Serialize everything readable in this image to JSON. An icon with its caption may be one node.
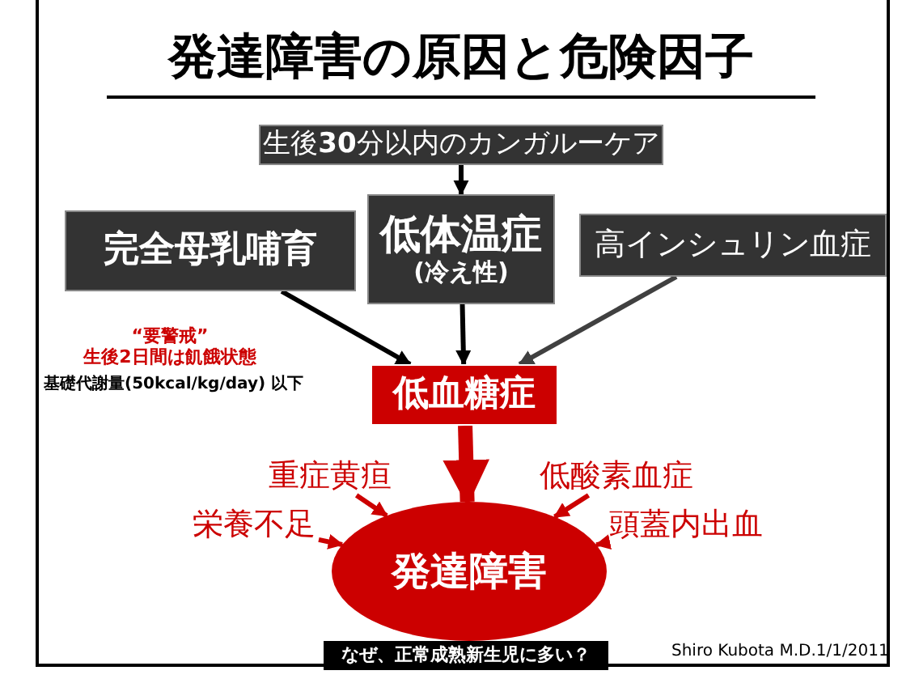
{
  "diagram": {
    "title": "発達障害の原因と危険因子",
    "nodes": [
      {
        "text": [
          "生後**30**分以内のカンガルーケア"
        ]
      },
      {
        "text": [
          "完全母乳哺育"
        ]
      },
      {
        "text": [
          "低体温症",
          "(冷え性)"
        ]
      },
      {
        "text": [
          "高インシュリン血症"
        ]
      },
      {
        "text": [
          "低血糖症"
        ]
      },
      {
        "text": [
          "発達障害"
        ],
        "beside": [
          "なぜ、正常成熟新生児に多い？"
        ]
      },
      {
        "text": [
          "重症黄疸"
        ]
      },
      {
        "text": [
          "低酸素血症"
        ]
      },
      {
        "text": [
          "栄養不足"
        ]
      },
      {
        "text": [
          "頭蓋内出血"
        ]
      }
    ],
    "edges": [
      {
        "from": 0,
        "to": 2,
        "arrow": "to",
        "color": "#000000"
      },
      {
        "from": 1,
        "to": 4,
        "arrow": "to",
        "color": "#000000"
      },
      {
        "from": 2,
        "to": 4,
        "arrow": "to",
        "color": "#000000"
      },
      {
        "from": 3,
        "to": 4,
        "arrow": "to",
        "color": "#404040"
      },
      {
        "from": 4,
        "to": 5,
        "arrow": "to",
        "style": "thick"
      },
      {
        "from": 6,
        "to": 5,
        "arrow": "to"
      },
      {
        "from": 7,
        "to": 5,
        "arrow": "to"
      },
      {
        "from": 8,
        "to": 5,
        "arrow": "to"
      },
      {
        "from": 9,
        "to": 5,
        "arrow": "to"
      }
    ],
    "labels": [
      "“要警戒”",
      "生後2日間は飢餓状態",
      "基礎代謝量(50kcal/kg/day) 以下",
      "Shiro Kubota M.D.1/1/2011"
    ]
  }
}
